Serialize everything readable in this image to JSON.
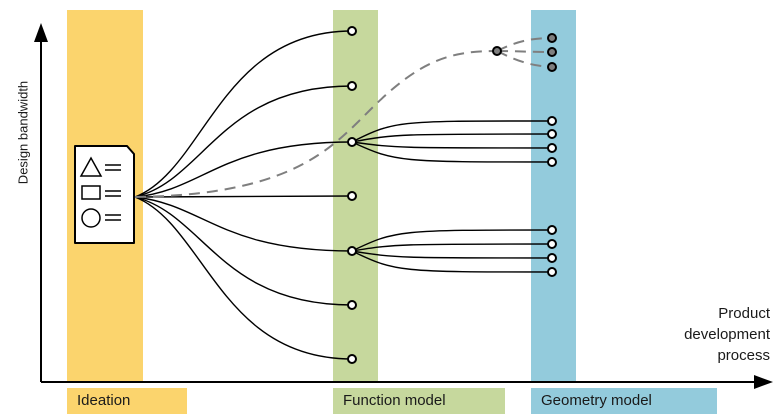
{
  "axes": {
    "y_label": "Design bandwidth",
    "x_label_lines": [
      "Product",
      "development",
      "process"
    ]
  },
  "phases": [
    {
      "label": "Ideation",
      "color": "#fbd46d"
    },
    {
      "label": "Function model",
      "color": "#c6d89d"
    },
    {
      "label": "Geometry model",
      "color": "#93cbdc"
    }
  ],
  "colors": {
    "line": "#000000",
    "dashed": "#7f7f7f",
    "node_fill": "#ffffff",
    "alt_node_fill": "#7f7f7f"
  },
  "icons": [
    "triangle-icon",
    "square-icon",
    "circle-icon"
  ]
}
